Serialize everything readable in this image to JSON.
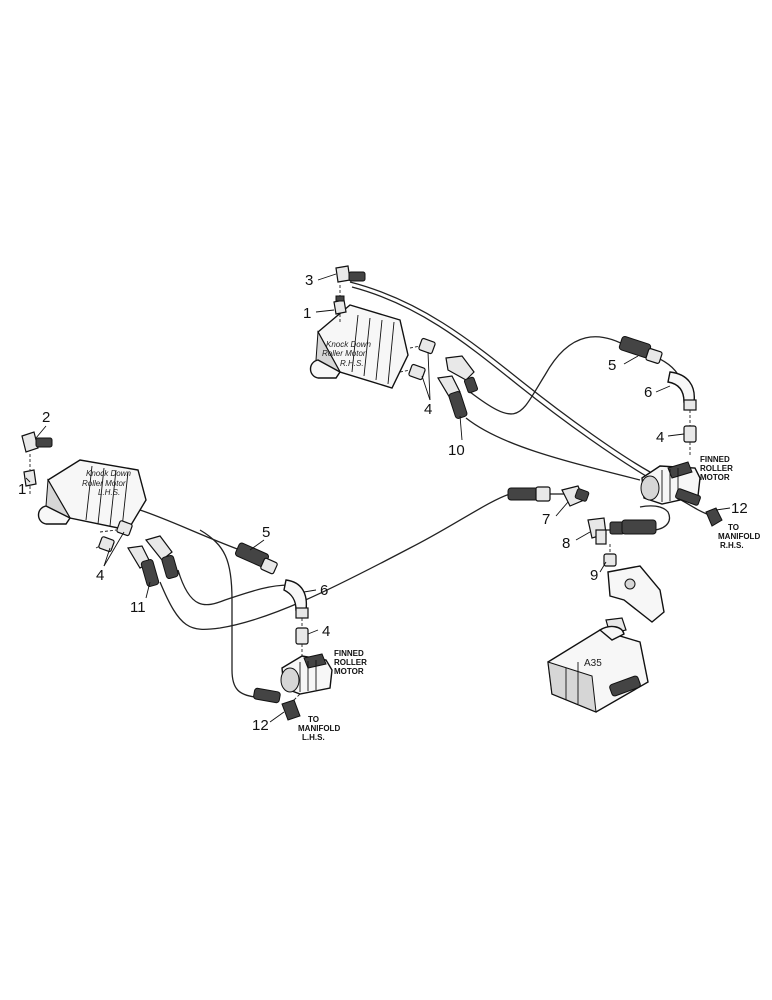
{
  "callouts": {
    "c1_upper": "1",
    "c3": "3",
    "c5_upper": "5",
    "c6_upper": "6",
    "c4_upper_mid": "4",
    "c10": "10",
    "c4_upper_right": "4",
    "c12_upper": "12",
    "c7": "7",
    "c8": "8",
    "c9": "9",
    "c2": "2",
    "c1_lower": "1",
    "c4_lower_left": "4",
    "c11": "11",
    "c5_lower": "5",
    "c6_lower": "6",
    "c4_lower_right": "4",
    "c12_lower": "12"
  },
  "notes": {
    "finned_upper": [
      "FINNED",
      "ROLLER",
      "MOTOR"
    ],
    "manifold_rhs": [
      "TO",
      "MANIFOLD",
      "R.H.S."
    ],
    "finned_lower": [
      "FINNED",
      "ROLLER",
      "MOTOR"
    ],
    "manifold_lhs": [
      "TO",
      "MANIFOLD",
      "L.H.S."
    ]
  },
  "plates": {
    "motor_rhs": [
      "Knock Down",
      "Roller Motor",
      "R.H.S."
    ],
    "motor_lhs": [
      "Knock Down",
      "Roller Motor",
      "L.H.S."
    ]
  },
  "valve_label": "A35"
}
